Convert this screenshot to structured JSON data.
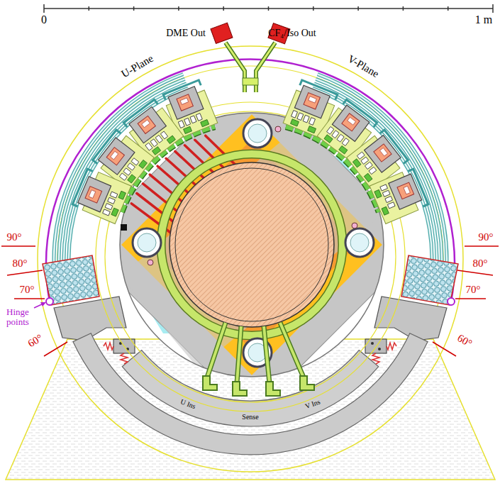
{
  "diagram": {
    "labels": [
      "0",
      "1 m",
      "DME Out",
      "CF₄/Iso Out",
      "U-Plane",
      "V-Plane",
      "90°",
      "90°",
      "80°",
      "80°",
      "70°",
      "70°",
      "Hinge points",
      "60°",
      "60°",
      "U Ins",
      "Sense",
      "V Ins"
    ]
  }
}
